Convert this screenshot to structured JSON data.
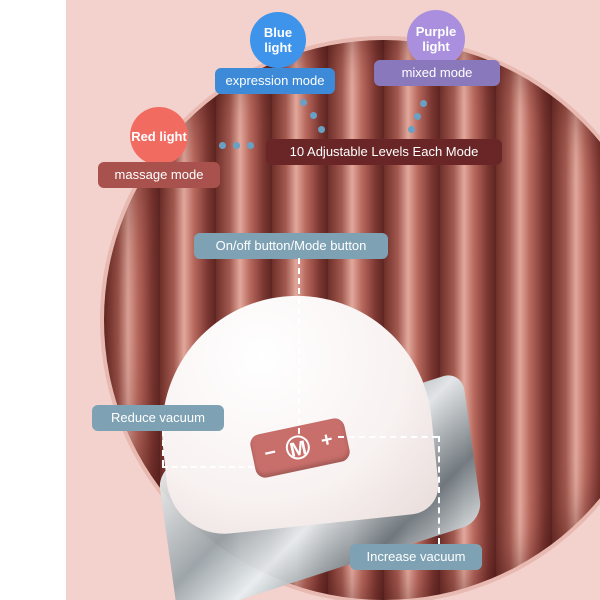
{
  "modes": {
    "blue": {
      "bubble": "Blue light",
      "label": "expression mode"
    },
    "purple": {
      "bubble": "Purple light",
      "label": "mixed mode"
    },
    "red": {
      "bubble": "Red light",
      "label": "massage mode"
    }
  },
  "levels_label": "10 Adjustable Levels Each Mode",
  "onoff_label": "On/off button/Mode button",
  "reduce_label": "Reduce vacuum",
  "increase_label": "Increase vacuum",
  "controls": {
    "minus": "−",
    "mode": "M",
    "plus": "+"
  },
  "colors": {
    "blue": "#3e93ea",
    "purple": "#a98fdd",
    "red": "#f26b61",
    "callout": "#7ea2b4",
    "panel": "#c96f6b"
  }
}
